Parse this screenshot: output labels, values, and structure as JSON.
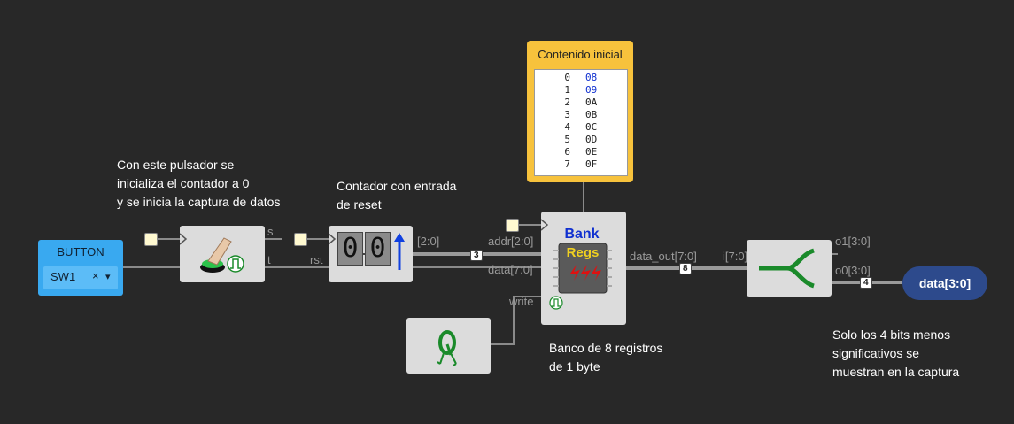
{
  "notes": {
    "button_note": [
      "Con este pulsador se",
      "inicializa el contador a 0",
      "y se inicia la captura de datos"
    ],
    "counter_note": [
      "Contador con entrada",
      "de reset"
    ],
    "regs_note": [
      "Banco de 8 registros",
      "de 1 byte"
    ],
    "split_note": [
      "Solo los 4 bits menos",
      "significativos se",
      "muestran en la captura"
    ]
  },
  "button": {
    "title": "BUTTON",
    "selected": "SW1",
    "clear_glyph": "×",
    "caret_glyph": "▾"
  },
  "pins": {
    "s": "s",
    "t": "t",
    "rst": "rst",
    "counter_out": "[2:0]",
    "addr": "addr[2:0]",
    "data_in": "data[7:0]",
    "write": "write",
    "data_out": "data_out[7:0]",
    "split_in": "i[7:0]",
    "o1": "o1[3:0]",
    "o0": "o0[3:0]"
  },
  "bus_widths": {
    "addr": "3",
    "data": "8",
    "out": "4"
  },
  "counter": {
    "digits": [
      "0",
      "0"
    ]
  },
  "regs": {
    "title": "Bank",
    "chip_label": "Regs"
  },
  "rom": {
    "title": "Contenido inicial",
    "rows": [
      {
        "addr": "0",
        "value": "08",
        "highlight": true
      },
      {
        "addr": "1",
        "value": "09",
        "highlight": true
      },
      {
        "addr": "2",
        "value": "0A",
        "highlight": false
      },
      {
        "addr": "3",
        "value": "0B",
        "highlight": false
      },
      {
        "addr": "4",
        "value": "0C",
        "highlight": false
      },
      {
        "addr": "5",
        "value": "0D",
        "highlight": false
      },
      {
        "addr": "6",
        "value": "0E",
        "highlight": false
      },
      {
        "addr": "7",
        "value": "0F",
        "highlight": false
      }
    ]
  },
  "output": {
    "label": "data[3:0]"
  },
  "colors": {
    "background": "#282828",
    "wire": "#8a8a8a",
    "button": "#39a9f0",
    "rom": "#f7c23c",
    "output": "#2d4a8c",
    "pulse": "#1a8a2a"
  }
}
